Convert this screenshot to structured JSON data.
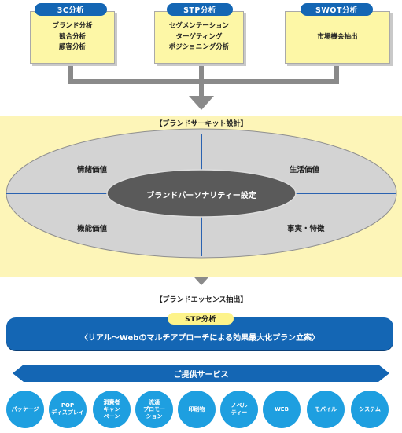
{
  "analysis": [
    {
      "tag": "3C分析",
      "lines": [
        "ブランド分析",
        "競合分析",
        "顧客分析"
      ]
    },
    {
      "tag": "STP分析",
      "lines": [
        "セグメンテーション",
        "ターゲティング",
        "ポジショニング分析"
      ]
    },
    {
      "tag": "SWOT分析",
      "lines": [
        "市場機会抽出"
      ]
    }
  ],
  "circuit": {
    "heading": "【ブランドサーキット設計】",
    "center": "ブランドパーソナリティー設定",
    "top_left": "情緒価値",
    "top_right": "生活価値",
    "bottom_left": "機能価値",
    "bottom_right": "事実・特徴"
  },
  "essence": {
    "heading": "【ブランドエッセンス抽出】",
    "tag": "STP分析",
    "text": "〈リアル〜Webのマルチアプローチによる効果最大化プラン立案〉"
  },
  "services": {
    "heading": "ご提供サービス",
    "items": [
      [
        "パッケージ"
      ],
      [
        "POP",
        "ディスプレイ"
      ],
      [
        "消費者",
        "キャン",
        "ペーン"
      ],
      [
        "流通",
        "プロモー",
        "ション"
      ],
      [
        "印刷物"
      ],
      [
        "ノベル",
        "ティー"
      ],
      [
        "WEB"
      ],
      [
        "モバイル"
      ],
      [
        "システム"
      ]
    ]
  },
  "colors": {
    "box_fill": "#fdf7a6",
    "band_fill": "#fdf5b8",
    "ellipse_fill": "#d3d3d3",
    "center_fill": "#5a5a5a",
    "brand_blue": "#1466b4",
    "circle_blue": "#1e9fe0",
    "arrow_gray": "#8a8a8a"
  }
}
